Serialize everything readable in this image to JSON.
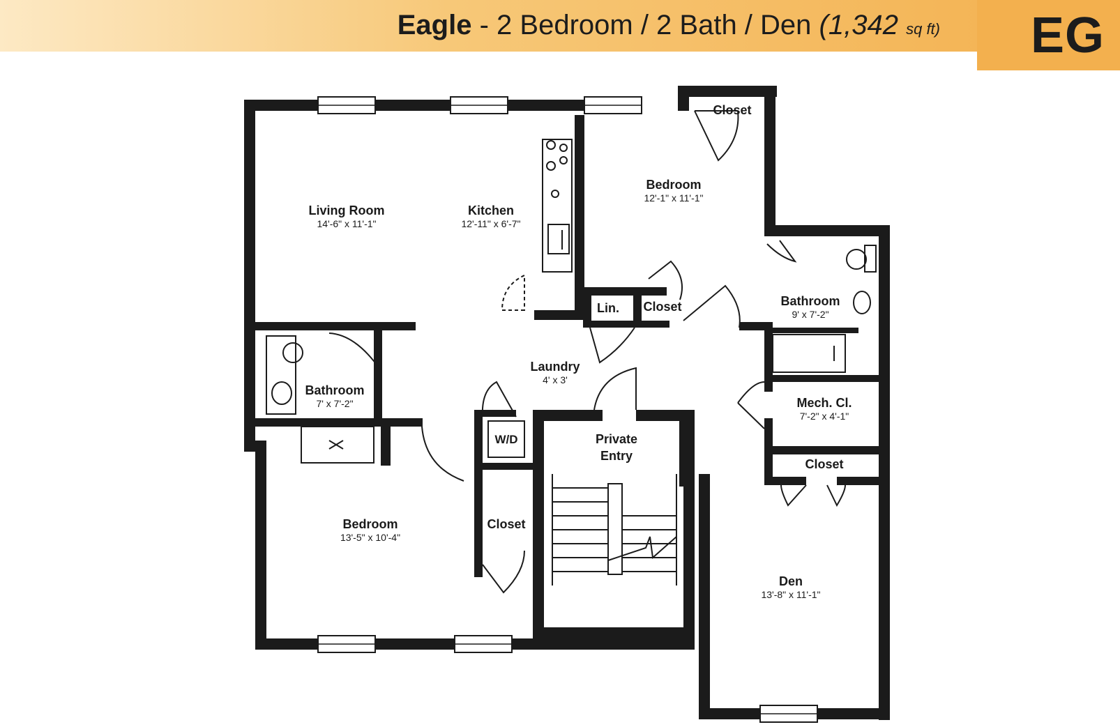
{
  "header": {
    "name": "Eagle",
    "separator": "-",
    "description": "2 Bedroom / 2 Bath / Den",
    "area_open": "(1,342",
    "area_unit": "sq ft)",
    "code": "EG",
    "band_color": "#f3b04e"
  },
  "rooms": {
    "living_room": {
      "label": "Living Room",
      "dims": "14'-6\" x 11'-1\""
    },
    "kitchen": {
      "label": "Kitchen",
      "dims": "12'-11\" x 6'-7\""
    },
    "bedroom_1": {
      "label": "Bedroom",
      "dims": "12'-1\" x 11'-1\""
    },
    "closet_top": {
      "label": "Closet"
    },
    "linen": {
      "label": "Lin."
    },
    "closet_mid": {
      "label": "Closet"
    },
    "bathroom_right": {
      "label": "Bathroom",
      "dims": "9' x 7'-2\""
    },
    "bathroom_left": {
      "label": "Bathroom",
      "dims": "7' x 7'-2\""
    },
    "laundry": {
      "label": "Laundry",
      "dims": "4' x 3'"
    },
    "washer_dryer": {
      "label": "W/D"
    },
    "private_entry": {
      "label_line1": "Private",
      "label_line2": "Entry"
    },
    "mech_closet": {
      "label": "Mech. Cl.",
      "dims": "7'-2\" x 4'-1\""
    },
    "closet_right": {
      "label": "Closet"
    },
    "bedroom_2": {
      "label": "Bedroom",
      "dims": "13'-5\" x 10'-4\""
    },
    "closet_left": {
      "label": "Closet"
    },
    "den": {
      "label": "Den",
      "dims": "13'-8\" x 11'-1\""
    }
  }
}
